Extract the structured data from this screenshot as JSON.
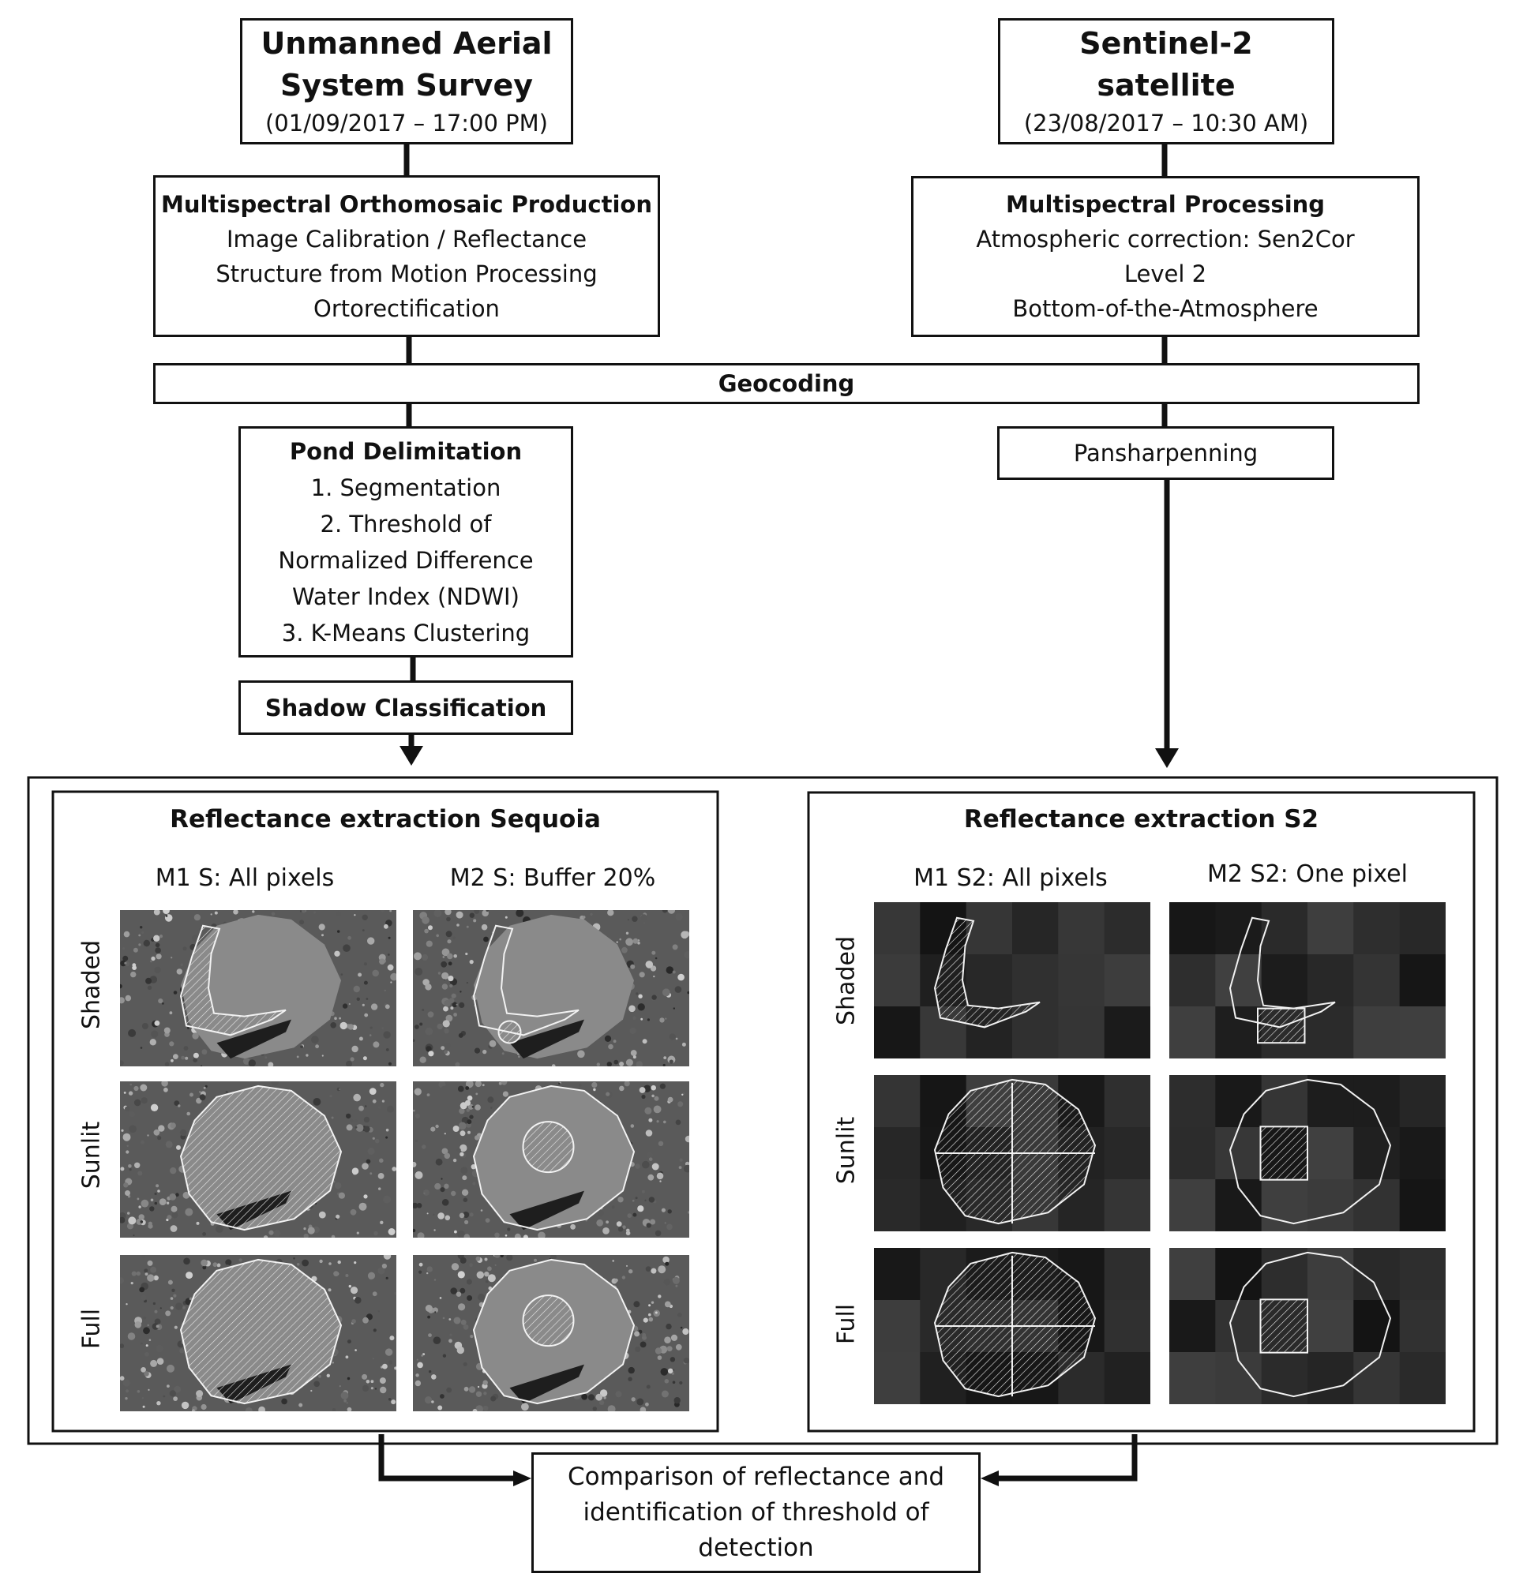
{
  "uas": {
    "title_line1": "Unmanned Aerial",
    "title_line2": "System Survey",
    "date": "(01/09/2017 – 17:00 PM)"
  },
  "s2": {
    "title_line1": "Sentinel-2",
    "title_line2": "satellite",
    "date": "(23/08/2017 – 10:30 AM)"
  },
  "ortho": {
    "title": "Multispectral Orthomosaic Production",
    "lines": [
      "Image Calibration / Reflectance",
      "Structure from Motion Processing",
      "Ortorectification"
    ]
  },
  "msproc": {
    "title": "Multispectral Processing",
    "lines": [
      "Atmospheric correction: Sen2Cor",
      "Level 2",
      "Bottom-of-the-Atmosphere"
    ]
  },
  "geocoding": "Geocoding",
  "pond": {
    "title": "Pond Delimitation",
    "lines": [
      "1. Segmentation",
      "2. Threshold of",
      "Normalized Difference",
      "Water Index (NDWI)",
      "3. K-Means Clustering"
    ]
  },
  "pansharp": "Pansharpenning",
  "shadow": "Shadow Classification",
  "sequoia": {
    "title": "Reflectance extraction Sequoia",
    "col1": "M1 S: All pixels",
    "col2": "M2 S: Buffer 20%",
    "rows": [
      "Shaded",
      "Sunlit",
      "Full"
    ]
  },
  "s2panel": {
    "title": "Reflectance extraction S2",
    "col1": "M1 S2: All pixels",
    "col2": "M2 S2: One pixel",
    "rows": [
      "Shaded",
      "Sunlit",
      "Full"
    ]
  },
  "comparison": {
    "lines": [
      "Comparison of reflectance and",
      "identification of threshold of",
      "detection"
    ]
  }
}
